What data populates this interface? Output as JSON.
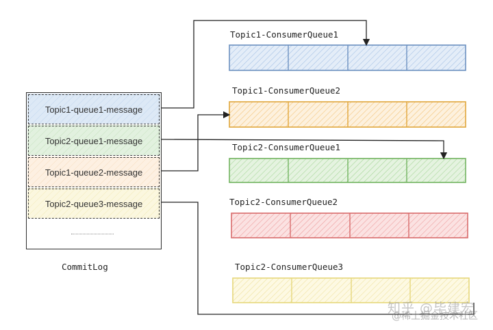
{
  "commitlog": {
    "label": "CommitLog",
    "rows": [
      {
        "text": "Topic1-queue1-message",
        "fill": "#dde9f6",
        "hatch": "#9ebbe0"
      },
      {
        "text": "Topic2-queue1-message",
        "fill": "#e2f1df",
        "hatch": "#a7d39d"
      },
      {
        "text": "Topic1-queue2-message",
        "fill": "#fdf0e2",
        "hatch": "#f1c89a"
      },
      {
        "text": "Topic2-queue3-message",
        "fill": "#fbf7df",
        "hatch": "#ede09a"
      }
    ],
    "more": "..............."
  },
  "queues": [
    {
      "name": "Topic1-ConsumerQueue1",
      "border": "#6b90c0",
      "fill": "#e4edf8",
      "hatch": "#a6c2e6"
    },
    {
      "name": "Topic1-ConsumerQueue2",
      "border": "#e0a63a",
      "fill": "#fdf1de",
      "hatch": "#f3c47a"
    },
    {
      "name": "Topic2-ConsumerQueue1",
      "border": "#71b35f",
      "fill": "#e5f3e0",
      "hatch": "#a8d79a"
    },
    {
      "name": "Topic2-ConsumerQueue2",
      "border": "#d86a6a",
      "fill": "#fbe2e2",
      "hatch": "#ee9e9e"
    },
    {
      "name": "Topic2-ConsumerQueue3",
      "border": "#e6d77a",
      "fill": "#fdf9e3",
      "hatch": "#efe29f"
    }
  ],
  "watermark": {
    "line1": "知乎 @毕建宏",
    "line2": "@稀土掘金技术社区"
  }
}
